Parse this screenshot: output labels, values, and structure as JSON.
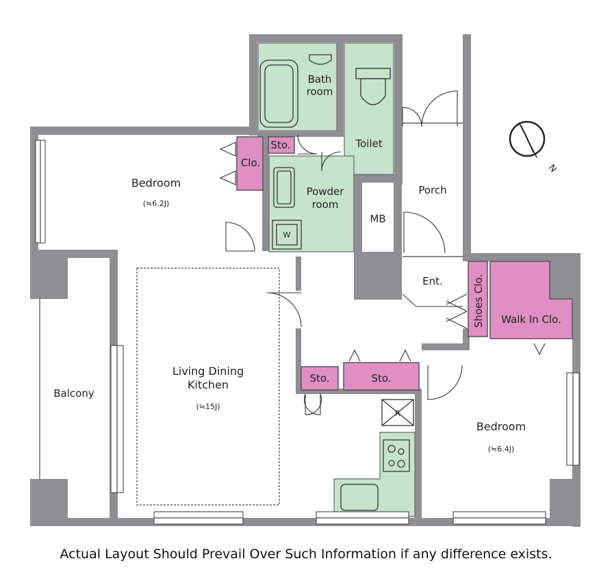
{
  "rooms": {
    "bedroom_west": {
      "label": "Bedroom",
      "area": "(≒6.2J)"
    },
    "bedroom_east": {
      "label": "Bedroom",
      "area": "(≒6.4J)"
    },
    "ldk": {
      "line1": "Living Dining",
      "line2": "Kitchen",
      "area": "(≒15J)"
    },
    "balcony": "Balcony",
    "bath": {
      "line1": "Bath",
      "line2": "room"
    },
    "toilet": "Toilet",
    "powder": {
      "line1": "Powder",
      "line2": "room"
    },
    "porch": "Porch",
    "entrance": "Ent.",
    "meter_box": "MB",
    "washer": "W",
    "refrigerator": "R",
    "closet_west": "Clo.",
    "storage_bath": "Sto.",
    "storage_1": "Sto.",
    "storage_2": "Sto.",
    "shoes_closet": "Shoes Clo.",
    "walk_in_closet": "Walk In Clo.",
    "compass": "N"
  },
  "colors": {
    "wall": "#8e8e93",
    "storage": "#e08fc4",
    "wet_area": "#c6e3cd"
  },
  "disclaimer": "Actual Layout Should Prevail Over Such Information if any difference exists."
}
